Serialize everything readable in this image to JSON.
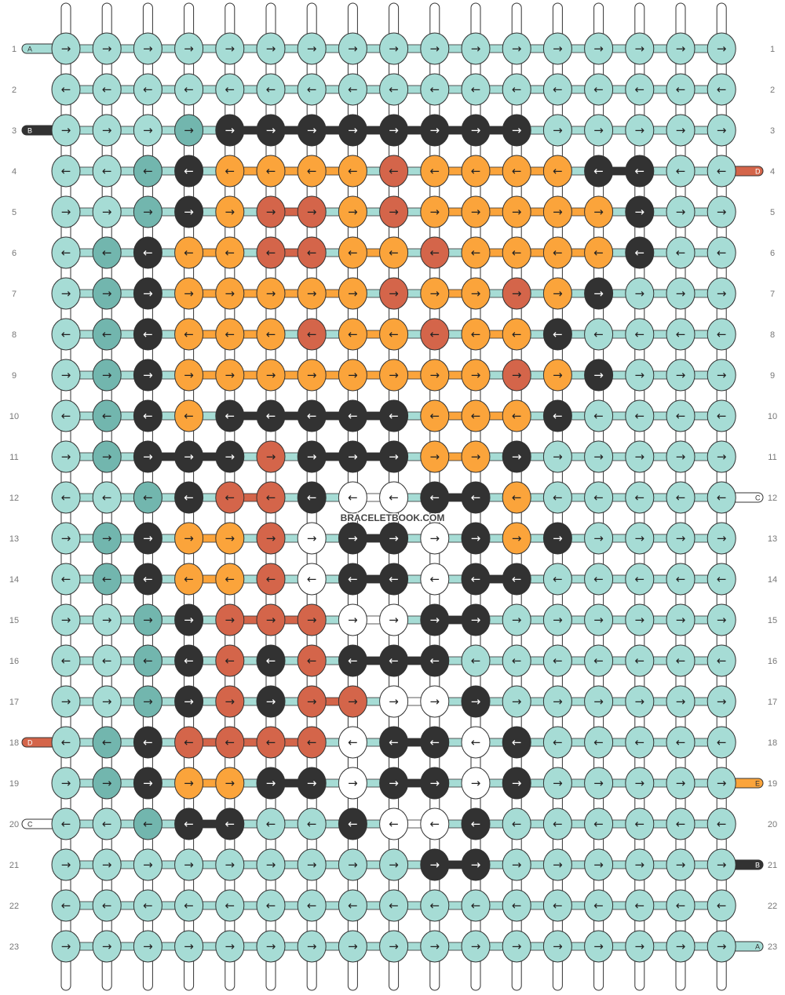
{
  "colors": {
    "a": "#a6dcd5",
    "g": "#72b6ae",
    "k": "#323232",
    "o": "#fba43b",
    "r": "#d4654a",
    "w": "#ffffff"
  },
  "strings": [
    {
      "label": "A",
      "color": "a"
    },
    {
      "label": "B",
      "color": "k"
    },
    {
      "label": "C",
      "color": "w"
    },
    {
      "label": "D",
      "color": "r"
    },
    {
      "label": "E",
      "color": "o"
    }
  ],
  "watermark": "BRACELETBOOK.COM",
  "row_numbers": [
    "1",
    "2",
    "3",
    "4",
    "5",
    "6",
    "7",
    "8",
    "9",
    "10",
    "11",
    "12",
    "13",
    "14",
    "15",
    "16",
    "17",
    "18",
    "19",
    "20",
    "21",
    "22",
    "23"
  ],
  "left_tags": [
    {
      "row": 1,
      "label": "A",
      "color": "a"
    },
    {
      "row": 3,
      "label": "B",
      "color": "k"
    },
    {
      "row": 18,
      "label": "D",
      "color": "r"
    },
    {
      "row": 20,
      "label": "C",
      "color": "w"
    }
  ],
  "right_tags": [
    {
      "row": 4,
      "label": "D",
      "color": "r"
    },
    {
      "row": 12,
      "label": "C",
      "color": "w"
    },
    {
      "row": 19,
      "label": "E",
      "color": "o"
    },
    {
      "row": 21,
      "label": "B",
      "color": "k"
    },
    {
      "row": 23,
      "label": "A",
      "color": "a"
    }
  ],
  "knot_colors": [
    "aaaaaaaaaaaaaaaaa",
    "aaaaaaaaaaaaaaaaa",
    "aaagkkkkkkkkaaaaa",
    "aagkoooorooookkaa",
    "aagkorroroooooka",
    "agkoorroorooooka",
    "agkooooorooroka",
    "agkoooroorookaa",
    "agkoooooooorokaa",
    "agkokkkkkoookaaa",
    "agkkkrkkkookaaaa",
    "aagkrrkwwkkoaaaaa",
    "agkoorwkkwkokaaaa",
    "agkoorwkkwkkaaaaa",
    "aagkrrrwwkkaaaaa",
    "aagkrkrkkkaaaaaaa",
    "aagkrkrrwwkaaaaaa",
    "agkrrrrwkkwkaaaaa",
    "agkookkwkkwkaaaaa",
    "aagkkaakwwkaaaaaa",
    "aaaaaaaaakkaaaaaa",
    "aaaaaaaaaaaaaaaaa",
    "aaaaaaaaaaaaaaaaa"
  ],
  "row_directions": [
    "→",
    "←",
    "→",
    "←",
    "→",
    "←",
    "→",
    "←",
    "→",
    "←",
    "→",
    "←",
    "→",
    "←",
    "→",
    "←",
    "→",
    "←",
    "→",
    "←",
    "→",
    "←",
    "→"
  ]
}
